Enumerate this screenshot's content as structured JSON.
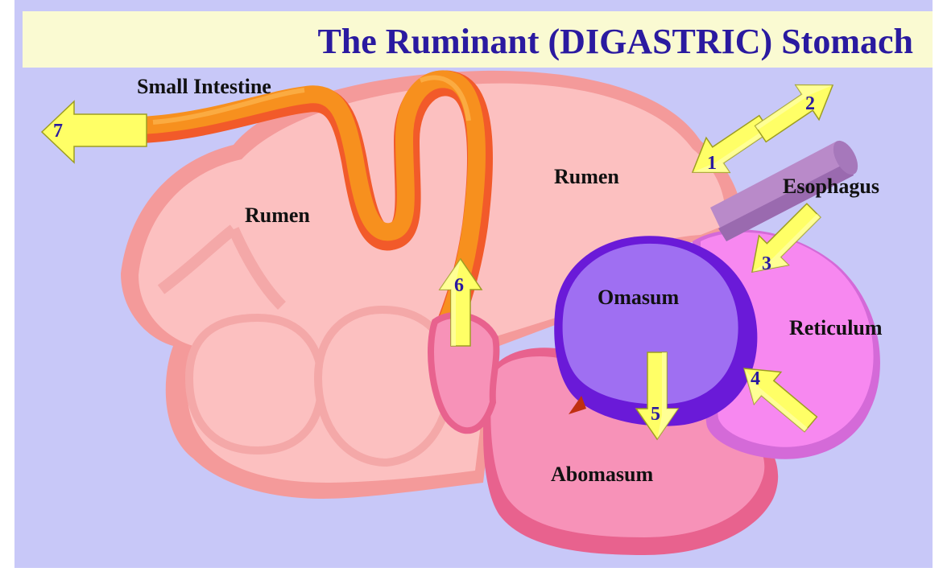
{
  "title": "The Ruminant (DIGASTRIC) Stomach",
  "labels": {
    "small_intestine": "Small Intestine",
    "rumen_left": "Rumen",
    "rumen_right": "Rumen",
    "esophagus": "Esophagus",
    "omasum": "Omasum",
    "reticulum": "Reticulum",
    "abomasum": "Abomasum"
  },
  "steps": [
    "1",
    "2",
    "3",
    "4",
    "5",
    "6",
    "7"
  ],
  "colors": {
    "background": "#c8c8f8",
    "title_band": "#fafad2",
    "title_text": "#2a1aa0",
    "rumen": "#fcc0c0",
    "rumen_shadow": "#f49a9a",
    "intestine": "#f7901e",
    "omasum": "#9f6ff2",
    "reticulum": "#f788f0",
    "abomasum": "#f792b8",
    "esophagus": "#b98ac9",
    "arrow": "#ffff66"
  }
}
